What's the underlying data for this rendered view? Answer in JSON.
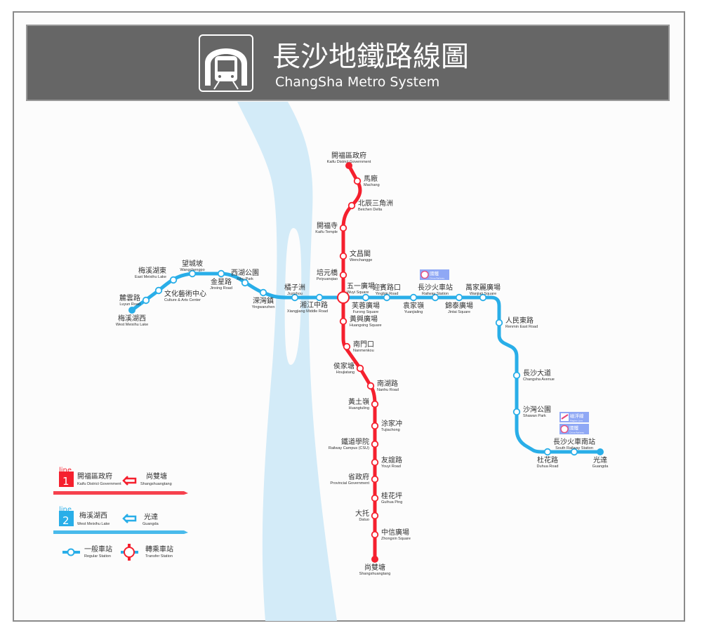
{
  "header": {
    "title_zh": "長沙地鐵路線圖",
    "title_en": "ChangSha Metro System",
    "logo_icon": "metro-train-icon"
  },
  "colors": {
    "line1": "#f5202e",
    "line2": "#29aee8",
    "river": "#d3ebf8",
    "header_bg": "#666666",
    "badge": "#8fa8f5"
  },
  "badges": {
    "railway_zh": "國鐵",
    "railway_en": "China Railway",
    "maglev_zh": "磁浮線",
    "maglev_en": "Maglev Line"
  },
  "line1": {
    "stations": [
      {
        "zh": "開福區政府",
        "en": "Kaifu District Government"
      },
      {
        "zh": "馬廠",
        "en": "Machang"
      },
      {
        "zh": "北辰三角洲",
        "en": "Beichen Delta"
      },
      {
        "zh": "開福寺",
        "en": "Kaifu Temple"
      },
      {
        "zh": "文昌閣",
        "en": "Wenchangge"
      },
      {
        "zh": "培元橋",
        "en": "Peiyuanqiao"
      },
      {
        "zh": "五一廣場",
        "en": "Wuyi Square"
      },
      {
        "zh": "黃興廣場",
        "en": "Huangxing Square"
      },
      {
        "zh": "南門口",
        "en": "Nanmenkou"
      },
      {
        "zh": "侯家塘",
        "en": "Houjiatang"
      },
      {
        "zh": "南湖路",
        "en": "Nanhu Road"
      },
      {
        "zh": "黃土嶺",
        "en": "Huangtuling"
      },
      {
        "zh": "涂家冲",
        "en": "Tujiachong"
      },
      {
        "zh": "鐵道學院",
        "en": "Railway Campus (CSU)"
      },
      {
        "zh": "友誼路",
        "en": "Youyi Road"
      },
      {
        "zh": "省政府",
        "en": "Provincial Government"
      },
      {
        "zh": "桂花坪",
        "en": "Guihua Ping"
      },
      {
        "zh": "大托",
        "en": "Datuo"
      },
      {
        "zh": "中信廣場",
        "en": "Zhongxin Square"
      },
      {
        "zh": "尚雙塘",
        "en": "Shangshuangtang"
      }
    ]
  },
  "line2": {
    "stations": [
      {
        "zh": "梅溪湖西",
        "en": "West Meixihu Lake"
      },
      {
        "zh": "麓雲路",
        "en": "Luyun Road"
      },
      {
        "zh": "文化藝術中心",
        "en": "Culture & Arts Center"
      },
      {
        "zh": "梅溪湖東",
        "en": "East Meixihu Lake"
      },
      {
        "zh": "望城坡",
        "en": "Wangchengpo"
      },
      {
        "zh": "金星路",
        "en": "Jinxing Road"
      },
      {
        "zh": "西湖公園",
        "en": "Xihu Park"
      },
      {
        "zh": "溁灣鎮",
        "en": "Yingwanzhen"
      },
      {
        "zh": "橘子洲",
        "en": "Juzizhou"
      },
      {
        "zh": "湘江中路",
        "en": "Xiangjiang Middle Road"
      },
      {
        "zh": "芙蓉廣場",
        "en": "Furong Square"
      },
      {
        "zh": "迎賓路口",
        "en": "Yingbin Road"
      },
      {
        "zh": "袁家嶺",
        "en": "Yuanjialing"
      },
      {
        "zh": "長沙火車站",
        "en": "Railway Station"
      },
      {
        "zh": "錦泰廣場",
        "en": "Jintai Square"
      },
      {
        "zh": "萬家麗廣場",
        "en": "Wanjiali Square"
      },
      {
        "zh": "人民東路",
        "en": "Renmin East Road"
      },
      {
        "zh": "長沙大道",
        "en": "Changsha Avenue"
      },
      {
        "zh": "沙灣公園",
        "en": "Shawan Park"
      },
      {
        "zh": "杜花路",
        "en": "Duhua Road"
      },
      {
        "zh": "長沙火車南站",
        "en": "South Railway Station"
      },
      {
        "zh": "光達",
        "en": "Guangda"
      }
    ]
  },
  "legend": {
    "line_word": "line",
    "line1": {
      "number": "1",
      "from_zh": "開福區政府",
      "from_en": "Kaifu District Government",
      "to_zh": "尚雙塘",
      "to_en": "Shangshuangtang"
    },
    "line2": {
      "number": "2",
      "from_zh": "梅溪湖西",
      "from_en": "West Meixihu Lake",
      "to_zh": "光達",
      "to_en": "Guangda"
    },
    "regular_zh": "一般車站",
    "regular_en": "Regular Station",
    "transfer_zh": "轉乘車站",
    "transfer_en": "Transfer Station"
  }
}
